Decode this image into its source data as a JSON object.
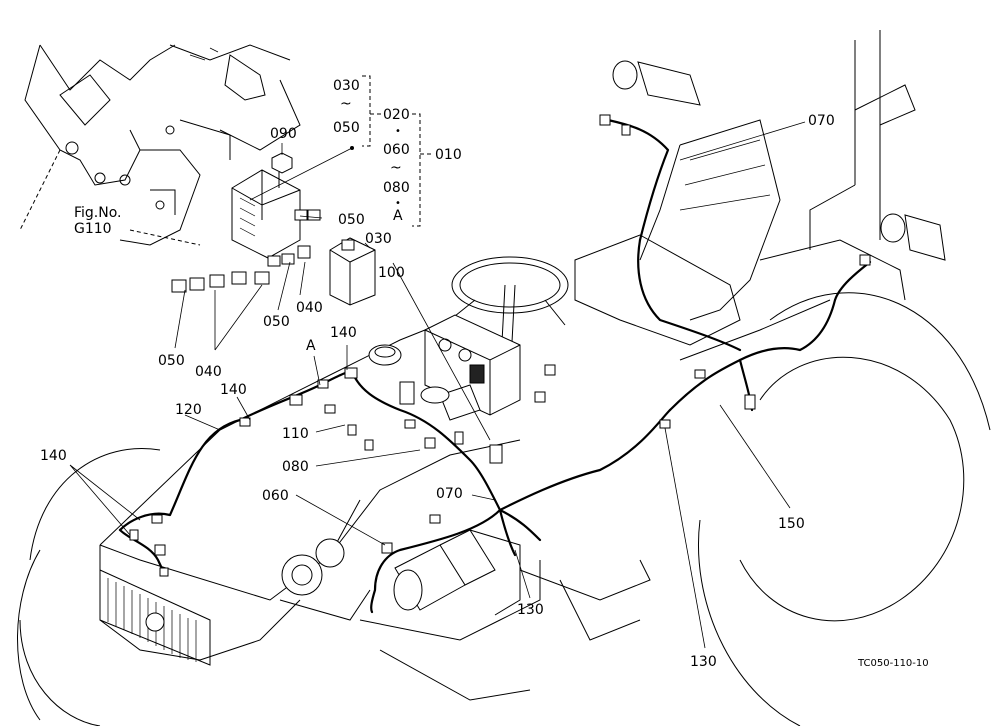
{
  "figure_ref": {
    "line1": "Fig.No.",
    "line2": "G110"
  },
  "image_code": "TC050-110-10",
  "group_brackets": {
    "range_030_050": {
      "top": "030",
      "tilde": "~",
      "bottom": "050"
    },
    "group_020_080": {
      "a": "020",
      "dot1": "•",
      "b": "060",
      "tilde": "~",
      "c": "080",
      "dot2": "•",
      "d": "A"
    },
    "outer": "010",
    "mid": "020"
  },
  "callouts": {
    "c090": "090",
    "c050_fuse": "050",
    "c030": "030",
    "c100": "100",
    "c050_left": "050",
    "c040_left": "040",
    "c050_mid": "050",
    "c040_mid": "040",
    "cA": "A",
    "c140_top": "140",
    "c140_mid": "140",
    "c120": "120",
    "c110": "110",
    "c080": "080",
    "c060": "060",
    "c070_mid": "070",
    "c140_left": "140",
    "c070_top": "070",
    "c150": "150",
    "c130_mid": "130",
    "c130_bottom": "130"
  }
}
